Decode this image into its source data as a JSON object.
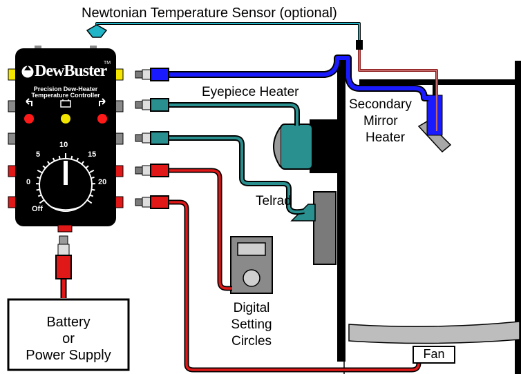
{
  "title": "Newtonian Temperature Sensor (optional)",
  "controller": {
    "brand_logo": "DewBuster",
    "trademark": "TM",
    "subtitle_line1": "Precision Dew-Heater",
    "subtitle_line2": "Temperature Controller",
    "dial_ticks": [
      "0",
      "5",
      "10",
      "15",
      "20"
    ],
    "dial_off": "Off"
  },
  "labels": {
    "eyepiece_heater": "Eyepiece Heater",
    "secondary_mirror_heater": [
      "Secondary",
      "Mirror",
      "Heater"
    ],
    "telrad": "Telrad",
    "digital_setting_circles": [
      "Digital",
      "Setting",
      "Circles"
    ],
    "power_source": [
      "Battery",
      "or",
      "Power Supply"
    ],
    "fan": "Fan"
  },
  "colors": {
    "cable_cyan": "#22b5c8",
    "cable_blue": "#1a1aff",
    "cable_teal": "#2a8f8f",
    "cable_red": "#e01818",
    "controller_body": "#000000",
    "port_yellow": "#f5e600",
    "port_gray": "#8a8a8a",
    "port_red": "#e01818",
    "led_red": "#ff1a1a",
    "led_yellow": "#f2e600"
  }
}
